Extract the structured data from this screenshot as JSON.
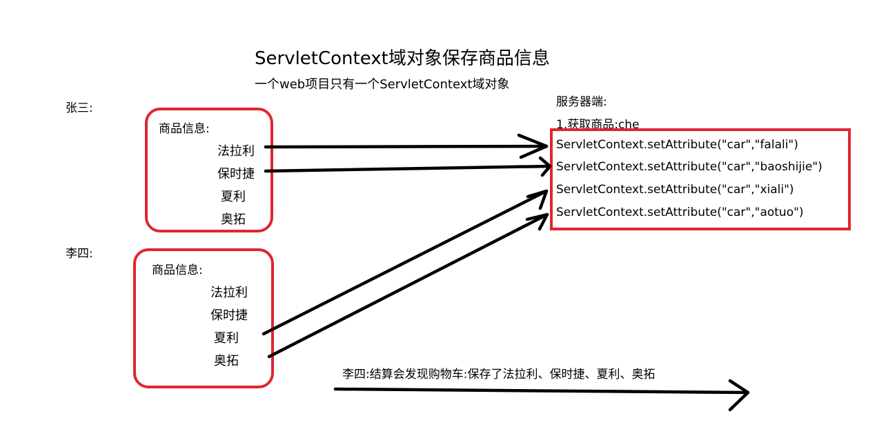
{
  "title": "ServletContext域对象保存商品信息",
  "subtitle": "一个web项目只有一个ServletContext域对象",
  "users": [
    {
      "name": "张三:",
      "box_label": "商品信息:",
      "products": [
        "法拉利",
        "保时捷",
        "夏利",
        "奥拓"
      ]
    },
    {
      "name": "李四:",
      "box_label": "商品信息:",
      "products": [
        "法拉利",
        "保时捷",
        "夏利",
        "奥拓"
      ]
    }
  ],
  "server": {
    "label": "服务器端:",
    "step": "1.获取商品:che",
    "calls": [
      "ServletContext.setAttribute(\"car\",\"falali\")",
      "ServletContext.setAttribute(\"car\",\"baoshijie\")",
      "ServletContext.setAttribute(\"car\",\"xiali\")",
      "ServletContext.setAttribute(\"car\",\"aotuo\")"
    ]
  },
  "conclusion": "李四:结算会发现购物车:保存了法拉利、保时捷、夏利、奥拓",
  "colors": {
    "box_border": "#e0262f",
    "arrow": "#000000"
  }
}
